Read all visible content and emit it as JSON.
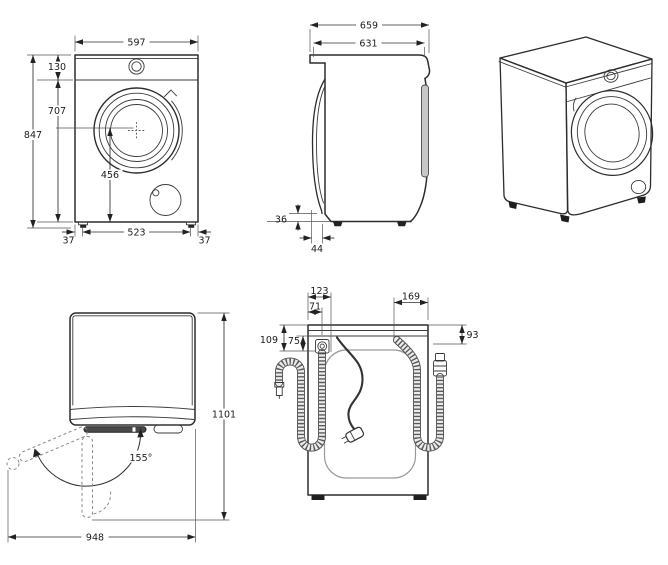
{
  "colors": {
    "line": "#2d2d2d",
    "dimension_text": "#1c1c1c",
    "panel_gray": "#c7c7c7",
    "dark_fill": "#1f1f1f",
    "hose_band": "#5a5a5a"
  },
  "front": {
    "width": "597",
    "top_zone_height": "130",
    "lower_zone_height": "707",
    "total_height": "847",
    "drum_center_to_floor": "456",
    "left_foot_inset": "37",
    "feet_span": "523",
    "right_foot_inset": "37"
  },
  "side": {
    "total_depth": "659",
    "body_depth": "631",
    "door_bottom_clearance": "36",
    "door_protrusion": "44"
  },
  "swing": {
    "door_opening_angle": "155°",
    "width_with_door_open": "948",
    "depth_with_door_open": "1101"
  },
  "rear": {
    "drain_outlet_right": "123",
    "drain_outlet_left": "71",
    "inlet_offset": "169",
    "drain_drop_total": "109",
    "drain_drop_upper": "75",
    "inlet_drop": "93"
  }
}
